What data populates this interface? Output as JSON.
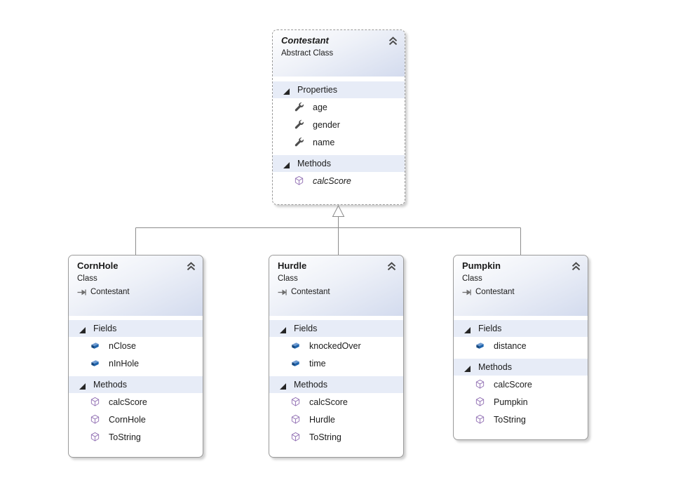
{
  "diagram": {
    "type": "class-diagram",
    "classes": [
      {
        "title": "Contestant",
        "stereotype": "Abstract Class",
        "abstract": true,
        "sections": [
          {
            "label": "Properties",
            "members": [
              {
                "name": "age",
                "icon": "property-wrench"
              },
              {
                "name": "gender",
                "icon": "property-wrench"
              },
              {
                "name": "name",
                "icon": "property-wrench"
              }
            ]
          },
          {
            "label": "Methods",
            "members": [
              {
                "name": "calcScore",
                "icon": "method-cube",
                "italic": true
              }
            ]
          }
        ]
      },
      {
        "title": "CornHole",
        "stereotype": "Class",
        "inherits": "Contestant",
        "sections": [
          {
            "label": "Fields",
            "members": [
              {
                "name": "nClose",
                "icon": "field-brick"
              },
              {
                "name": "nInHole",
                "icon": "field-brick"
              }
            ]
          },
          {
            "label": "Methods",
            "members": [
              {
                "name": "calcScore",
                "icon": "method-cube"
              },
              {
                "name": "CornHole",
                "icon": "method-cube"
              },
              {
                "name": "ToString",
                "icon": "method-cube"
              }
            ]
          }
        ]
      },
      {
        "title": "Hurdle",
        "stereotype": "Class",
        "inherits": "Contestant",
        "sections": [
          {
            "label": "Fields",
            "members": [
              {
                "name": "knockedOver",
                "icon": "field-brick"
              },
              {
                "name": "time",
                "icon": "field-brick"
              }
            ]
          },
          {
            "label": "Methods",
            "members": [
              {
                "name": "calcScore",
                "icon": "method-cube"
              },
              {
                "name": "Hurdle",
                "icon": "method-cube"
              },
              {
                "name": "ToString",
                "icon": "method-cube"
              }
            ]
          }
        ]
      },
      {
        "title": "Pumpkin",
        "stereotype": "Class",
        "inherits": "Contestant",
        "sections": [
          {
            "label": "Fields",
            "members": [
              {
                "name": "distance",
                "icon": "field-brick"
              }
            ]
          },
          {
            "label": "Methods",
            "members": [
              {
                "name": "calcScore",
                "icon": "method-cube"
              },
              {
                "name": "Pumpkin",
                "icon": "method-cube"
              },
              {
                "name": "ToString",
                "icon": "method-cube"
              }
            ]
          }
        ]
      }
    ],
    "relationships": [
      {
        "from": "CornHole",
        "to": "Contestant",
        "type": "inheritance"
      },
      {
        "from": "Hurdle",
        "to": "Contestant",
        "type": "inheritance"
      },
      {
        "from": "Pumpkin",
        "to": "Contestant",
        "type": "inheritance"
      }
    ],
    "colors": {
      "header_gradient_start": "#ffffff",
      "header_gradient_end": "#d3dbee",
      "section_band": "#e7ecf7",
      "box_border": "#9a9a9a",
      "connector_line": "#8c8c8c",
      "method_purple": "#9473b5",
      "field_blue_dark": "#14477e",
      "field_blue": "#1e64ad",
      "wrench_gray": "#4d4d4d"
    }
  }
}
